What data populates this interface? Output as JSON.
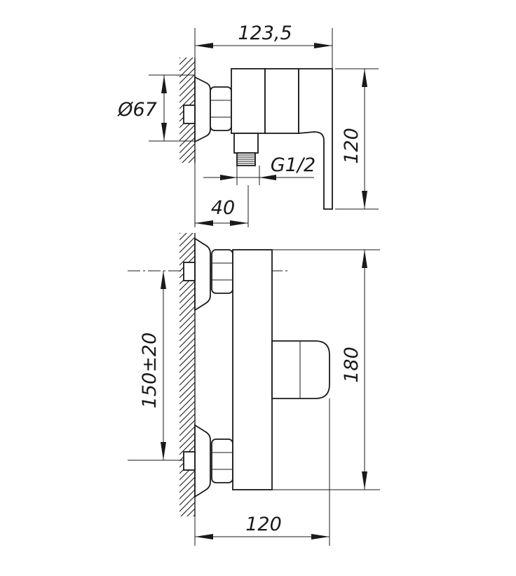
{
  "diagram": {
    "top_view": {
      "dim_width_total": "123,5",
      "dim_diameter": "Ø67",
      "dim_thread": "G1/2",
      "dim_height": "120",
      "dim_offset": "40"
    },
    "front_view": {
      "dim_center_distance": "150±20",
      "dim_height": "180",
      "dim_width": "120"
    }
  }
}
